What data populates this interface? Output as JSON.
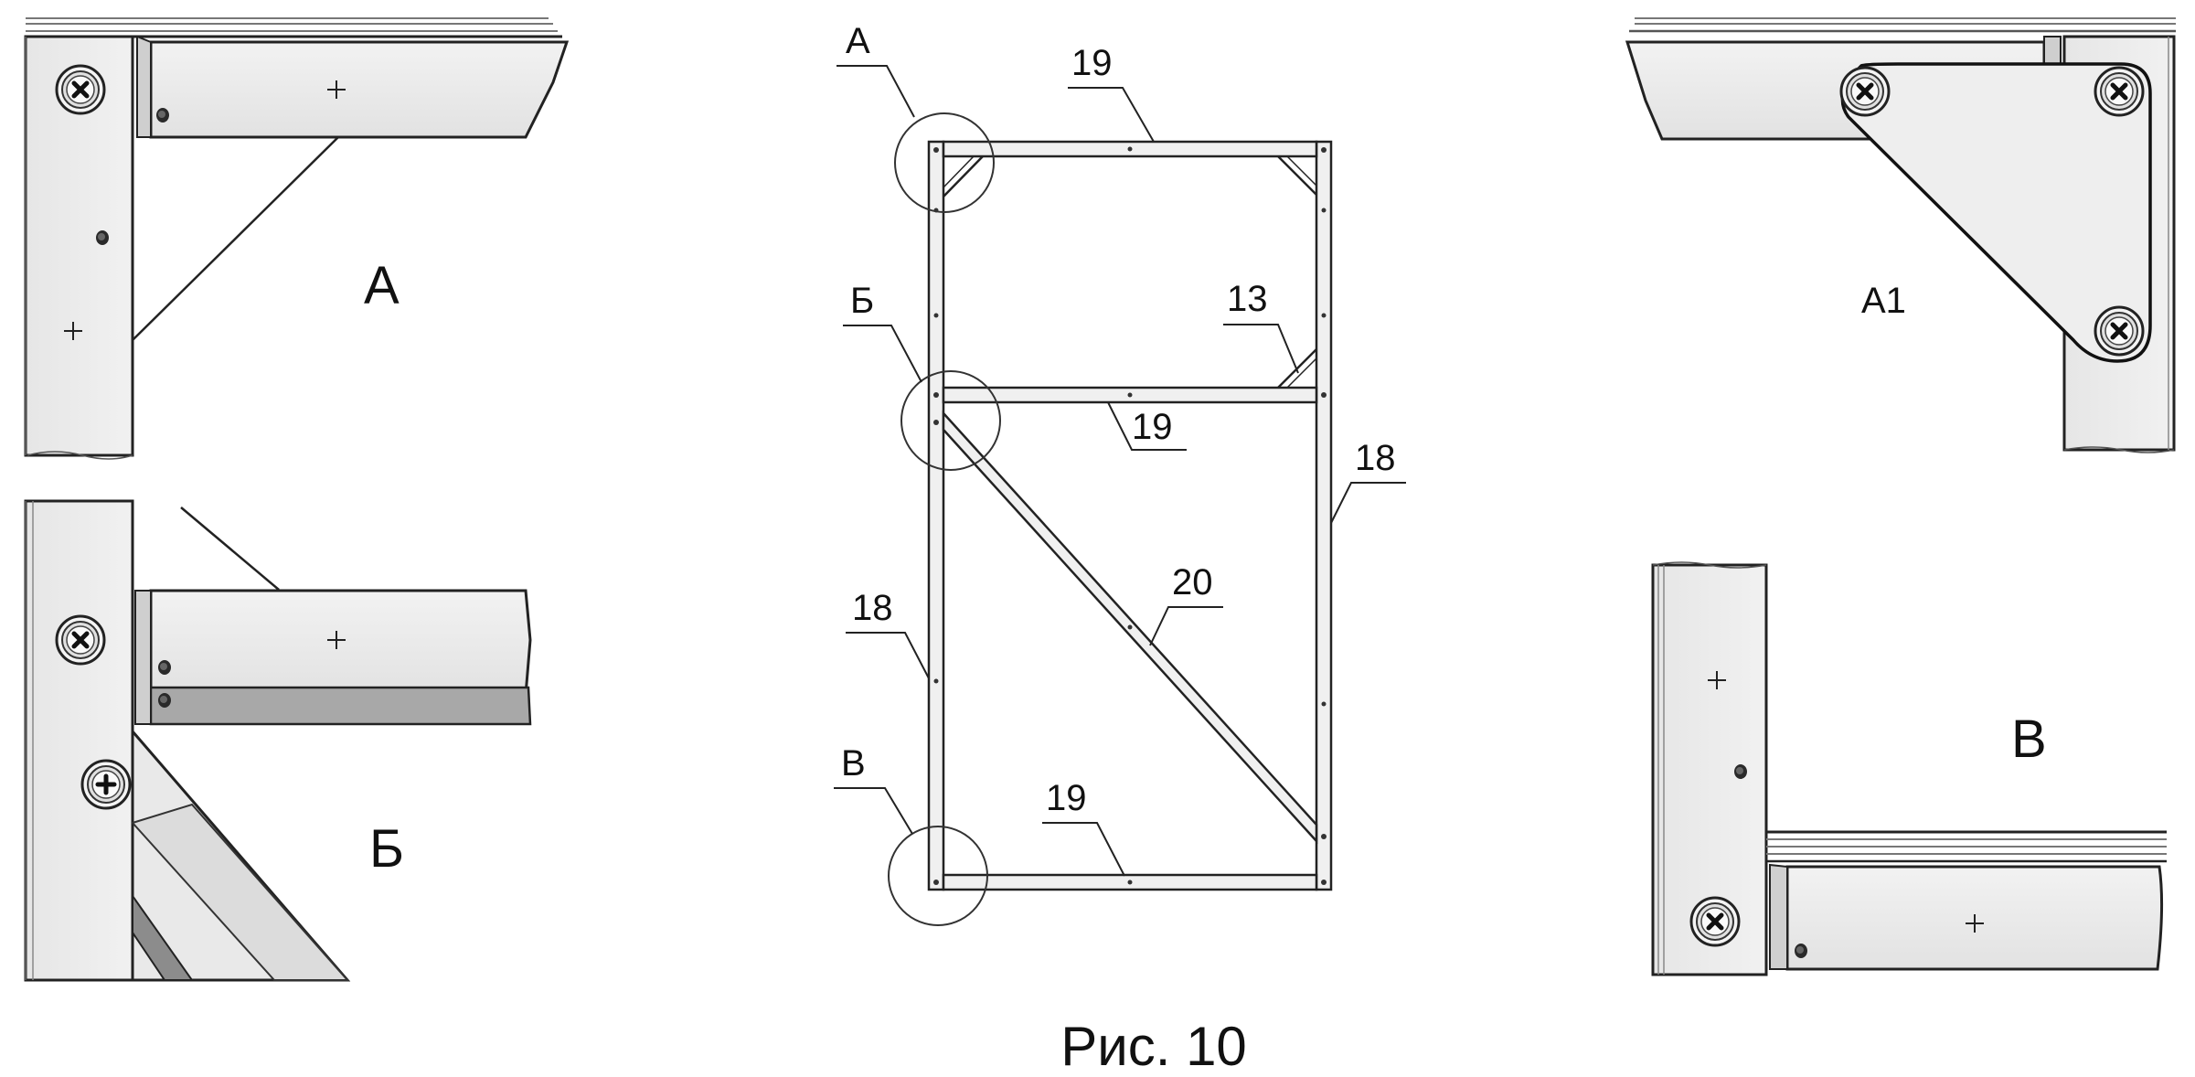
{
  "caption": "Рис. 10",
  "colors": {
    "line": "#1a1a1a",
    "profile_light": "#ececec",
    "profile_mid": "#d4d4d4",
    "profile_dark": "#9a9a9a",
    "background": "#ffffff"
  },
  "main_frame": {
    "callouts": {
      "a": "А",
      "b": "Б",
      "v": "В"
    },
    "parts": {
      "top_bar": "19",
      "mid_bar": "19",
      "bottom_bar": "19",
      "brace_small": "13",
      "right_post": "18",
      "left_post": "18",
      "diagonal": "20"
    }
  },
  "details": {
    "a": {
      "label": "А"
    },
    "a1": {
      "label": "А1"
    },
    "b": {
      "label": "Б"
    },
    "v": {
      "label": "В"
    }
  },
  "icons": {
    "screw": "phillips-screw-icon",
    "hole": "rivet-hole-icon",
    "center_mark": "center-mark-icon"
  }
}
